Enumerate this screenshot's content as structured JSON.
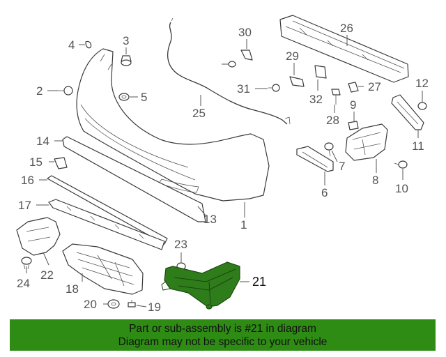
{
  "diagram": {
    "callouts": [
      "1",
      "2",
      "3",
      "4",
      "5",
      "6",
      "7",
      "8",
      "9",
      "10",
      "11",
      "12",
      "13",
      "14",
      "15",
      "16",
      "17",
      "18",
      "19",
      "20",
      "21",
      "22",
      "23",
      "24",
      "25",
      "26",
      "27",
      "28",
      "29",
      "30",
      "31",
      "32"
    ],
    "highlighted_callout": "21"
  },
  "banner": {
    "line1": "Part or sub-assembly is #21 in diagram",
    "line2": "Diagram may not be specific to your vehicle",
    "background": "#2e8b14"
  },
  "colors": {
    "highlight_part": "#2e7d1a",
    "line_art": "#3a3a3a"
  }
}
